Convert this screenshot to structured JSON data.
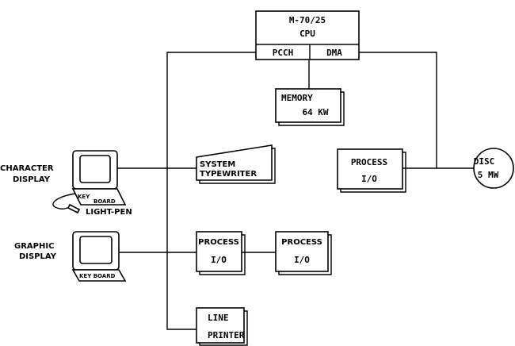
{
  "cpu": {
    "line1": "M-70/25",
    "line2": "CPU",
    "pcch": "PCCH",
    "dma": "DMA"
  },
  "memory": {
    "line1": "MEMORY",
    "line2": "64 KW"
  },
  "process_io_right": {
    "line1": "PROCESS",
    "line2": "I/O"
  },
  "disc": {
    "line1": "DISC",
    "line2": "5 MW"
  },
  "character_display": {
    "line1": "CHARACTER",
    "line2": "DISPLAY",
    "keyboard_a": "KEY",
    "keyboard_b": "BOARD",
    "lightpen": "LIGHT-PEN"
  },
  "system_typewriter": {
    "line1": "SYSTEM",
    "line2": "TYPEWRITER"
  },
  "graphic_display": {
    "line1": "GRAPHIC",
    "line2": "DISPLAY",
    "keyboard": "KEY BOARD"
  },
  "process_io_1": {
    "line1": "PROCESS",
    "line2": "I/O"
  },
  "process_io_2": {
    "line1": "PROCESS",
    "line2": "I/O"
  },
  "line_printer": {
    "line1": "LINE",
    "line2": "PRINTER"
  }
}
